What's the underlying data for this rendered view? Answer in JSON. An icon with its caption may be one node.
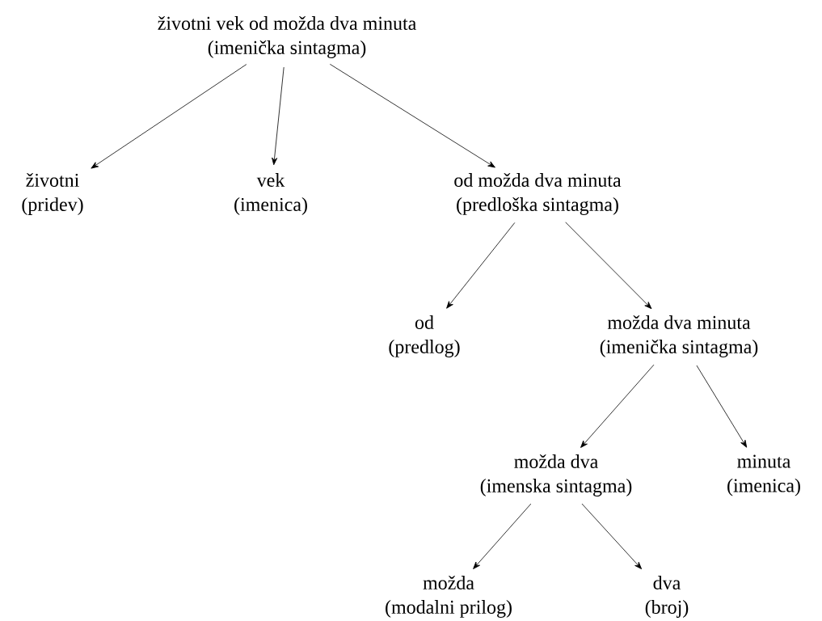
{
  "diagram": {
    "nodes": [
      {
        "text": [
          "životni vek od možda dva minuta",
          "(imenička sintagma)"
        ]
      },
      {
        "text": [
          "životni",
          "(pridev)"
        ]
      },
      {
        "text": [
          "vek",
          "(imenica)"
        ]
      },
      {
        "text": [
          "od možda dva minuta",
          "(predloška sintagma)"
        ]
      },
      {
        "text": [
          "od",
          "(predlog)"
        ]
      },
      {
        "text": [
          "možda dva minuta",
          "(imenička sintagma)"
        ]
      },
      {
        "text": [
          "možda dva",
          "(imenska sintagma)"
        ]
      },
      {
        "text": [
          "minuta",
          "(imenica)"
        ]
      },
      {
        "text": [
          "možda",
          "(modalni prilog)"
        ]
      },
      {
        "text": [
          "dva",
          "(broj)"
        ]
      }
    ],
    "edges": [
      {
        "from": 0,
        "to": 1,
        "arrow": "to"
      },
      {
        "from": 0,
        "to": 2,
        "arrow": "to"
      },
      {
        "from": 0,
        "to": 3,
        "arrow": "to"
      },
      {
        "from": 3,
        "to": 4,
        "arrow": "to"
      },
      {
        "from": 3,
        "to": 5,
        "arrow": "to"
      },
      {
        "from": 5,
        "to": 6,
        "arrow": "to"
      },
      {
        "from": 5,
        "to": 7,
        "arrow": "to"
      },
      {
        "from": 6,
        "to": 8,
        "arrow": "to"
      },
      {
        "from": 6,
        "to": 9,
        "arrow": "to"
      }
    ]
  }
}
